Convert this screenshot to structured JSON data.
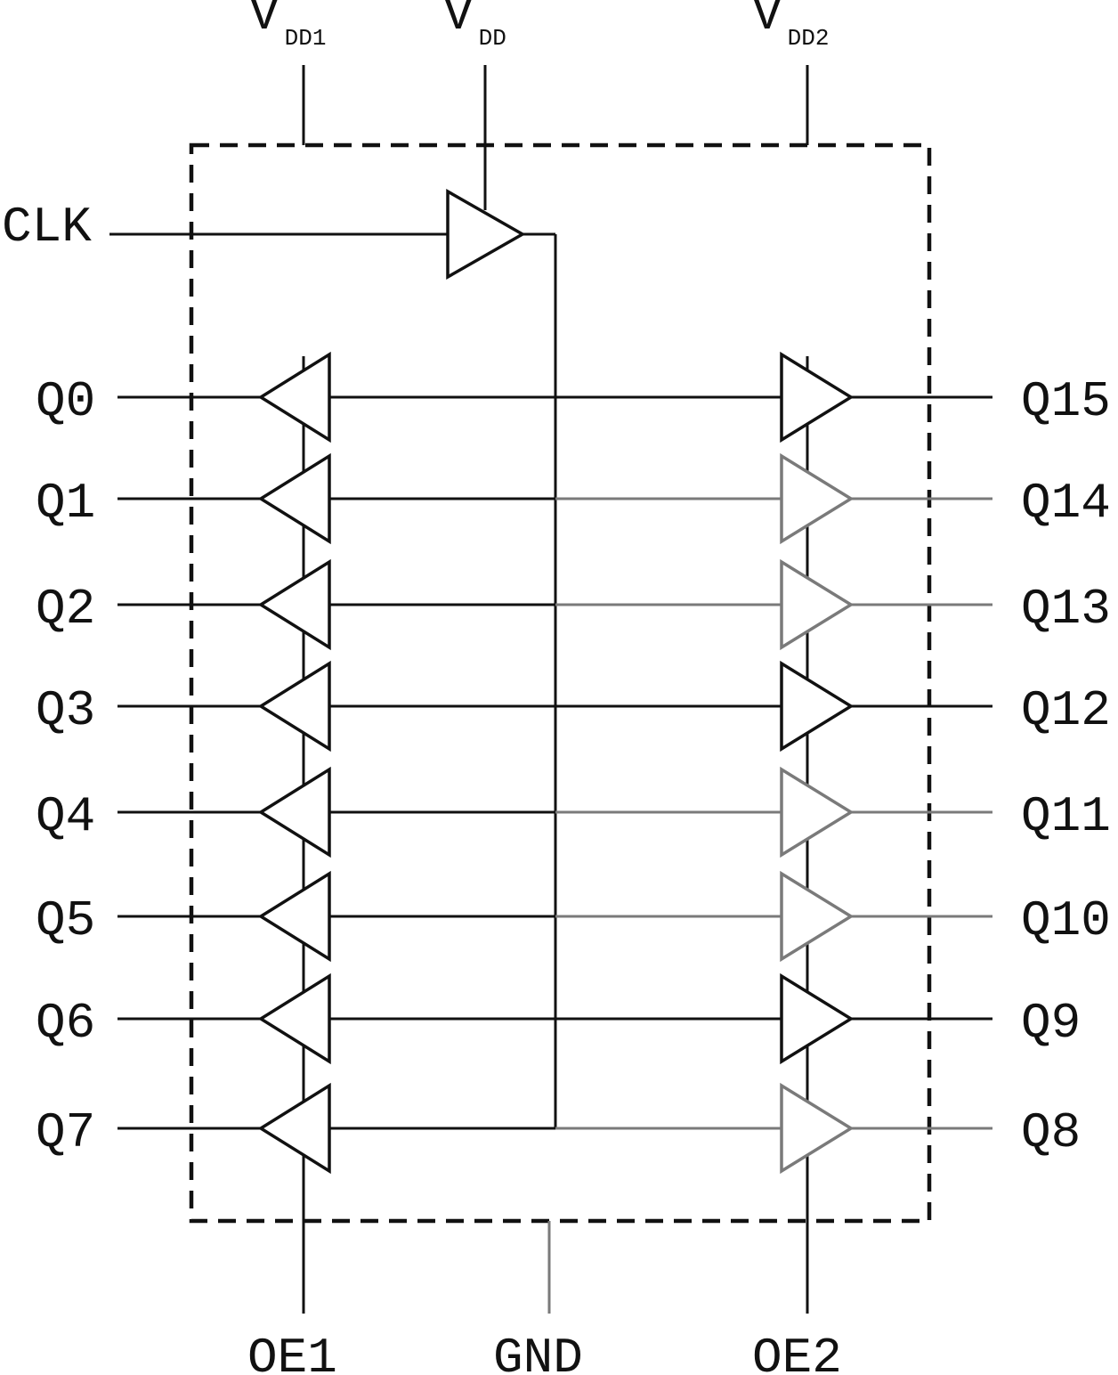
{
  "colors": {
    "line": "#111111",
    "line_gray": "#7a7a7a",
    "background": "#ffffff"
  },
  "supply_labels": [
    {
      "main": "V",
      "sub": "DD1"
    },
    {
      "main": "V",
      "sub": "DD"
    },
    {
      "main": "V",
      "sub": "DD2"
    }
  ],
  "clock_label": "CLK",
  "left_outputs": [
    "Q0",
    "Q1",
    "Q2",
    "Q3",
    "Q4",
    "Q5",
    "Q6",
    "Q7"
  ],
  "right_outputs": [
    "Q15",
    "Q14",
    "Q13",
    "Q12",
    "Q11",
    "Q10",
    "Q9",
    "Q8"
  ],
  "bottom_labels": [
    "OE1",
    "GND",
    "OE2"
  ]
}
